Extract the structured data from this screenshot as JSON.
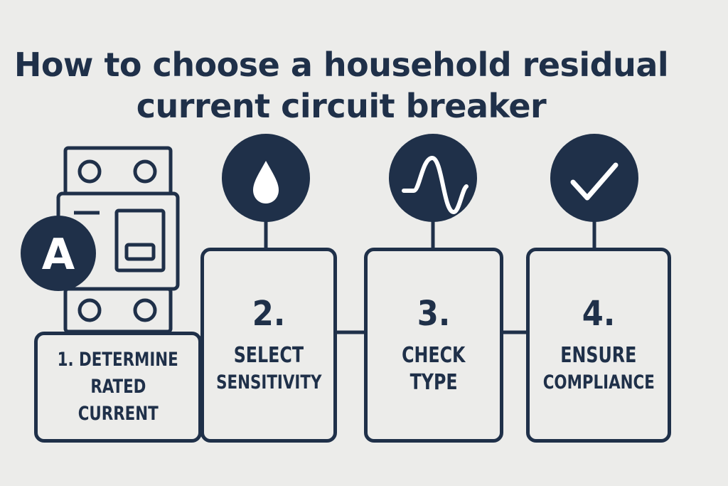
{
  "title": {
    "line1": "How to choose a household residual",
    "line2": "current circuit breaker"
  },
  "breaker_badge": "A",
  "steps": [
    {
      "label_lines": [
        "1. DETERMINE",
        "RATED",
        "CURRENT"
      ],
      "icon": "circuit-breaker-icon"
    },
    {
      "number": "2.",
      "label_lines": [
        "SELECT",
        "SENSITIVITY"
      ],
      "icon": "water-drop-icon"
    },
    {
      "number": "3.",
      "label_lines": [
        "CHECK",
        "TYPE"
      ],
      "icon": "sine-wave-icon"
    },
    {
      "number": "4.",
      "label_lines": [
        "ENSURE",
        "COMPLIANCE"
      ],
      "icon": "checkmark-icon"
    }
  ],
  "colors": {
    "primary": "#1f3049",
    "background": "#ececea"
  }
}
